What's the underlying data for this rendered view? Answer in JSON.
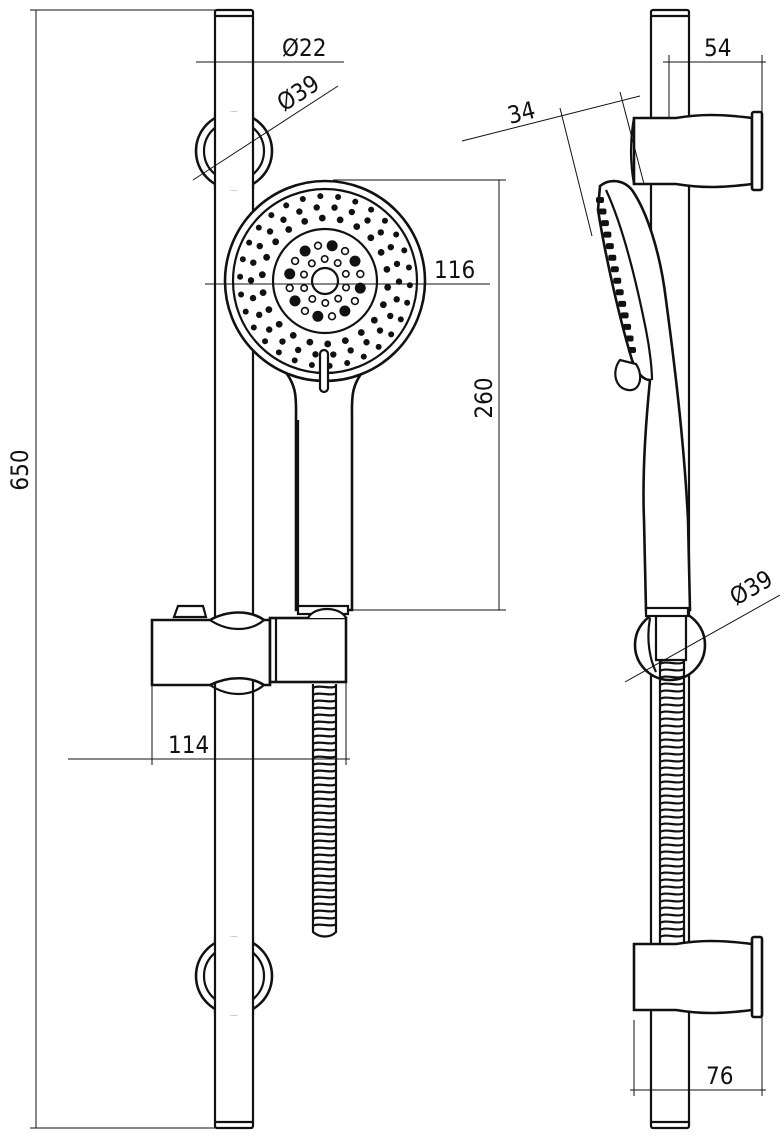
{
  "dimensions": {
    "total_height": "650",
    "bar_diameter": "Ø22",
    "bracket_diameter_front": "Ø39",
    "head_diameter": "116",
    "handshower_length": "260",
    "holder_projection": "114",
    "head_tilt": "34",
    "bracket_projection_top": "54",
    "bracket_diameter_side": "Ø39",
    "bracket_projection_bottom": "76"
  },
  "colors": {
    "line": "#111111",
    "background": "#ffffff"
  }
}
